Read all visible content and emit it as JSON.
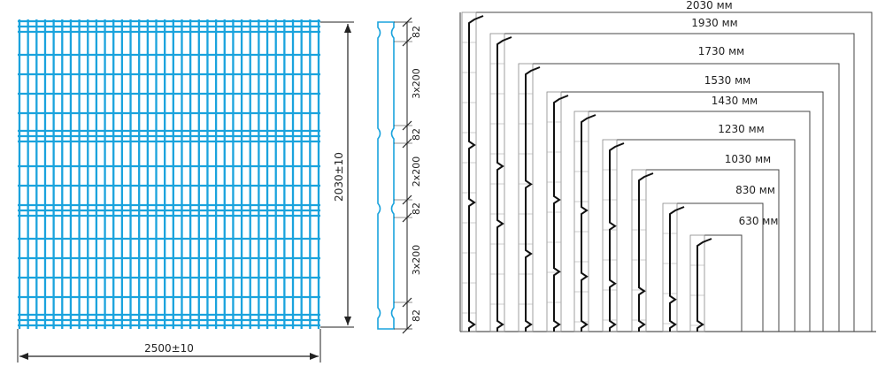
{
  "panel_view": {
    "width_label": "2500±10",
    "height_label": "2030±10",
    "accent_color": "#1aa3dd"
  },
  "profile_section": {
    "segment_labels": [
      "82",
      "3x200",
      "82",
      "2x200",
      "82",
      "3x200",
      "82"
    ]
  },
  "height_series": {
    "labels": [
      "2030 мм",
      "1930 мм",
      "1730 мм",
      "1530 мм",
      "1430 мм",
      "1230 мм",
      "1030 мм",
      "830 мм",
      "630 мм"
    ]
  }
}
